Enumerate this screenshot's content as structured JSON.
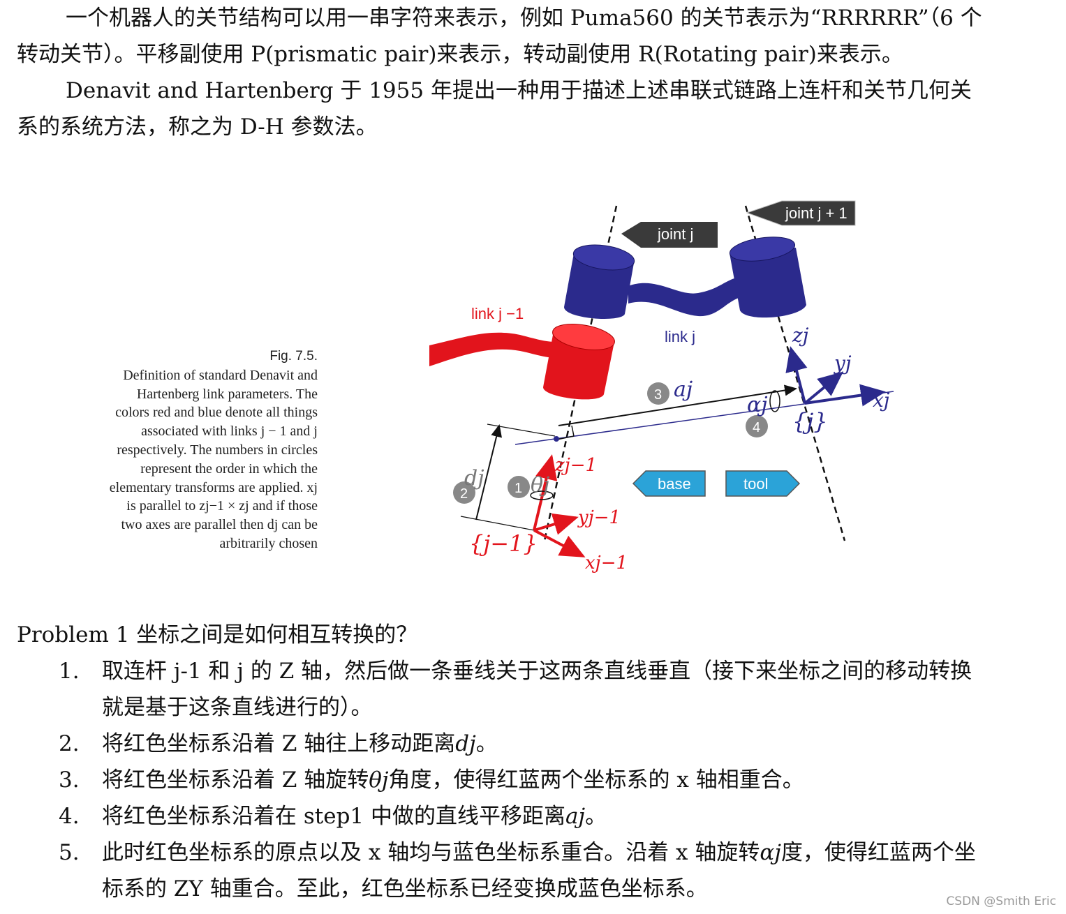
{
  "intro": {
    "p1": "一个机器人的关节结构可以用一串字符来表示，例如 Puma560 的关节表示为“RRRRRR”（6 个转动关节）。平移副使用 P(prismatic pair)来表示，转动副使用 R(Rotating pair)来表示。",
    "p2": "Denavit and Hartenberg 于 1955 年提出一种用于描述上述串联式链路上连杆和关节几何关系的系统方法，称之为 D-H 参数法。"
  },
  "figure": {
    "caption_title": "Fig. 7.5.",
    "caption_body": "Definition of standard Denavit and Hartenberg link parameters. The colors red and blue denote all things associated with links j − 1 and j respectively. The numbers in circles represent the order in which the elementary transforms are applied. xj is parallel to zj−1 × zj and if those two axes are parallel then dj can be arbitrarily chosen",
    "labels": {
      "joint_j": "joint j",
      "joint_j1": "joint j + 1",
      "link_j_minus_1": "link j −1",
      "link_j": "link j",
      "base": "base",
      "tool": "tool",
      "zj": "zj",
      "yj": "yj",
      "xj": "xj",
      "frame_j": "{j}",
      "aj": "aj",
      "alphaj": "αj",
      "dj": "dj",
      "thetaj": "θj",
      "zj1": "zj−1",
      "yj1": "yj−1",
      "xj1": "xj−1",
      "frame_j1": "{j−1}",
      "n1": "1",
      "n2": "2",
      "n3": "3",
      "n4": "4"
    },
    "colors": {
      "blue": "#2b2a8c",
      "red": "#e2141c",
      "tag": "#2ba3d8",
      "dark": "#3a3a3a"
    }
  },
  "problem": {
    "title": "Problem 1 坐标之间是如何相互转换的？",
    "steps": [
      {
        "num": "1.",
        "pre": "取连杆 j-1 和 j 的 Z 轴，然后做一条垂线关于这两条直线垂直（接下来坐标之间的移动转换就是基于这条直线进行的）。",
        "var": "",
        "post": ""
      },
      {
        "num": "2.",
        "pre": "将红色坐标系沿着 Z 轴往上移动距离",
        "var": "dj",
        "post": "。"
      },
      {
        "num": "3.",
        "pre": "将红色坐标系沿着 Z 轴旋转",
        "var": "θj",
        "post": "角度，使得红蓝两个坐标系的 x 轴相重合。"
      },
      {
        "num": "4.",
        "pre": "将红色坐标系沿着在 step1 中做的直线平移距离",
        "var": "aj",
        "post": "。"
      },
      {
        "num": "5.",
        "pre": "此时红色坐标系的原点以及 x 轴均与蓝色坐标系重合。沿着 x 轴旋转",
        "var": "αj",
        "post": "度，使得红蓝两个坐标系的 ZY 轴重合。至此，红色坐标系已经变换成蓝色坐标系。"
      }
    ]
  },
  "watermark": "CSDN @Smith Eric"
}
